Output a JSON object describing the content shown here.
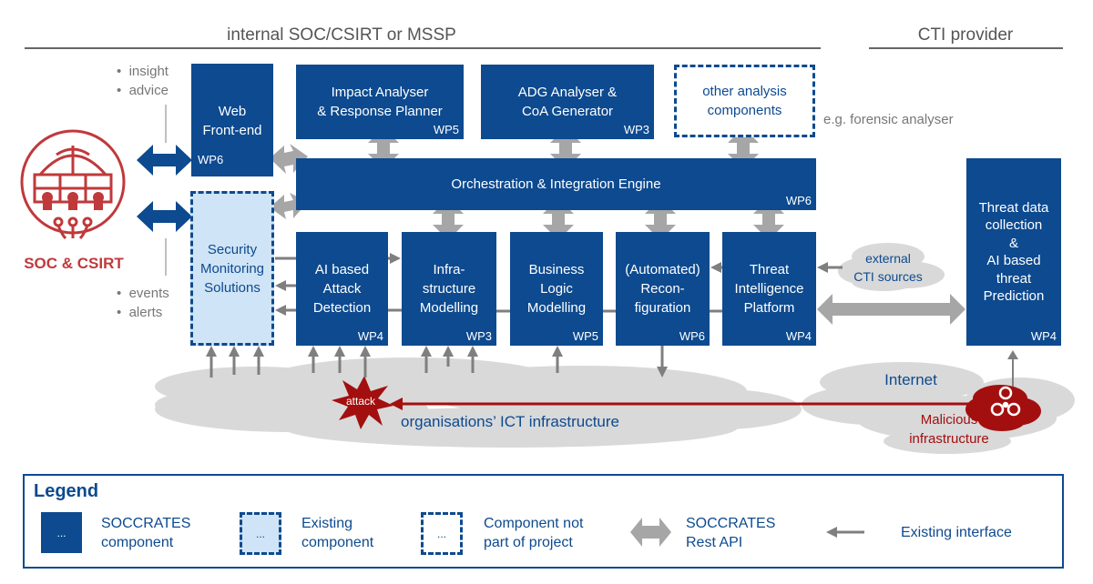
{
  "sections": {
    "internal": "internal SOC/CSIRT or MSSP",
    "cti": "CTI provider"
  },
  "actor": {
    "label": "SOC & CSIRT",
    "color": "#c0393b",
    "notes_top": [
      "insight",
      "advice"
    ],
    "notes_bottom": [
      "events",
      "alerts"
    ]
  },
  "components": {
    "web_frontend": {
      "label_line1": "Web",
      "label_line2": "Front-end",
      "wp": "WP6"
    },
    "impact_analyser": {
      "label_line1": "Impact Analyser",
      "label_line2": "& Response Planner",
      "wp": "WP5"
    },
    "adg_analyser": {
      "label_line1": "ADG Analyser &",
      "label_line2": "CoA Generator",
      "wp": "WP3"
    },
    "other_analysis": {
      "label_line1": "other analysis",
      "label_line2": "components",
      "note": "e.g. forensic analyser"
    },
    "orchestration": {
      "label": "Orchestration & Integration Engine",
      "wp": "WP6"
    },
    "security_monitoring": {
      "label_line1": "Security",
      "label_line2": "Monitoring",
      "label_line3": "Solutions"
    },
    "attack_detection": {
      "label_line1": "AI based",
      "label_line2": "Attack",
      "label_line3": "Detection",
      "wp": "WP4"
    },
    "infra_modelling": {
      "label_line1": "Infra-",
      "label_line2": "structure",
      "label_line3": "Modelling",
      "wp": "WP3"
    },
    "business_logic": {
      "label_line1": "Business",
      "label_line2": "Logic",
      "label_line3": "Modelling",
      "wp": "WP5"
    },
    "reconfiguration": {
      "label_line1": "(Automated)",
      "label_line2": "Recon-",
      "label_line3": "figuration",
      "wp": "WP6"
    },
    "threat_intel": {
      "label_line1": "Threat",
      "label_line2": "Intelligence",
      "label_line3": "Platform",
      "wp": "WP4"
    },
    "threat_prediction": {
      "label_line1": "Threat data",
      "label_line2": "collection",
      "label_line3": "&",
      "label_line4": "AI based",
      "label_line5": "threat",
      "label_line6": "Prediction",
      "wp": "WP4"
    }
  },
  "clouds": {
    "external_cti": {
      "line1": "external",
      "line2": "CTI sources"
    },
    "ict": "organisations’ ICT infrastructure",
    "internet": "Internet",
    "malicious": {
      "line1": "Malicious",
      "line2": "infrastructure"
    },
    "attack": "attack"
  },
  "colors": {
    "soccrates_blue": "#0d4a8f",
    "existing_fill": "#cfe4f6",
    "api_gray": "#a6a6a6",
    "interface_gray": "#7f7f7f",
    "threat_red": "#a30f0f",
    "cloud_gray": "#d9d9d9"
  },
  "legend": {
    "title": "Legend",
    "swatch_text": "...",
    "items": [
      {
        "line1": "SOCCRATES",
        "line2": "component"
      },
      {
        "line1": "Existing",
        "line2": "component"
      },
      {
        "line1": "Component not",
        "line2": "part of project"
      },
      {
        "line1": "SOCCRATES",
        "line2": "Rest API"
      },
      {
        "line1": "Existing interface",
        "line2": ""
      }
    ]
  }
}
